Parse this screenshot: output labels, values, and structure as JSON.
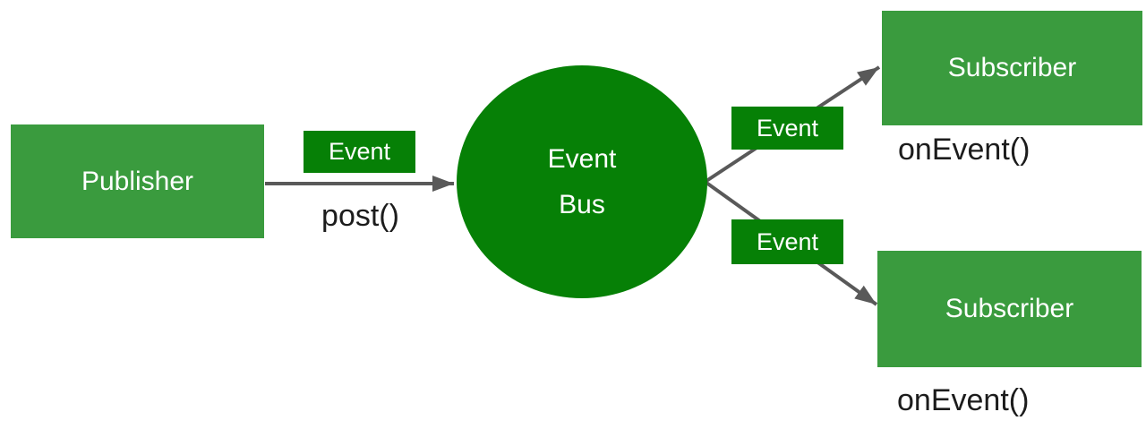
{
  "colors": {
    "background": "#ffffff",
    "box_green": "#3a9b3e",
    "bus_green": "#068006",
    "arrow_gray": "#595959",
    "label_white": "#ffffff",
    "text_black": "#1c1c1c"
  },
  "publisher": {
    "label": "Publisher",
    "event_badge": "Event",
    "method_label": "post()"
  },
  "event_bus": {
    "line1": "Event",
    "line2": "Bus"
  },
  "subscribers": [
    {
      "label": "Subscriber",
      "event_badge": "Event",
      "handler_label": "onEvent()"
    },
    {
      "label": "Subscriber",
      "event_badge": "Event",
      "handler_label": "onEvent()"
    }
  ]
}
